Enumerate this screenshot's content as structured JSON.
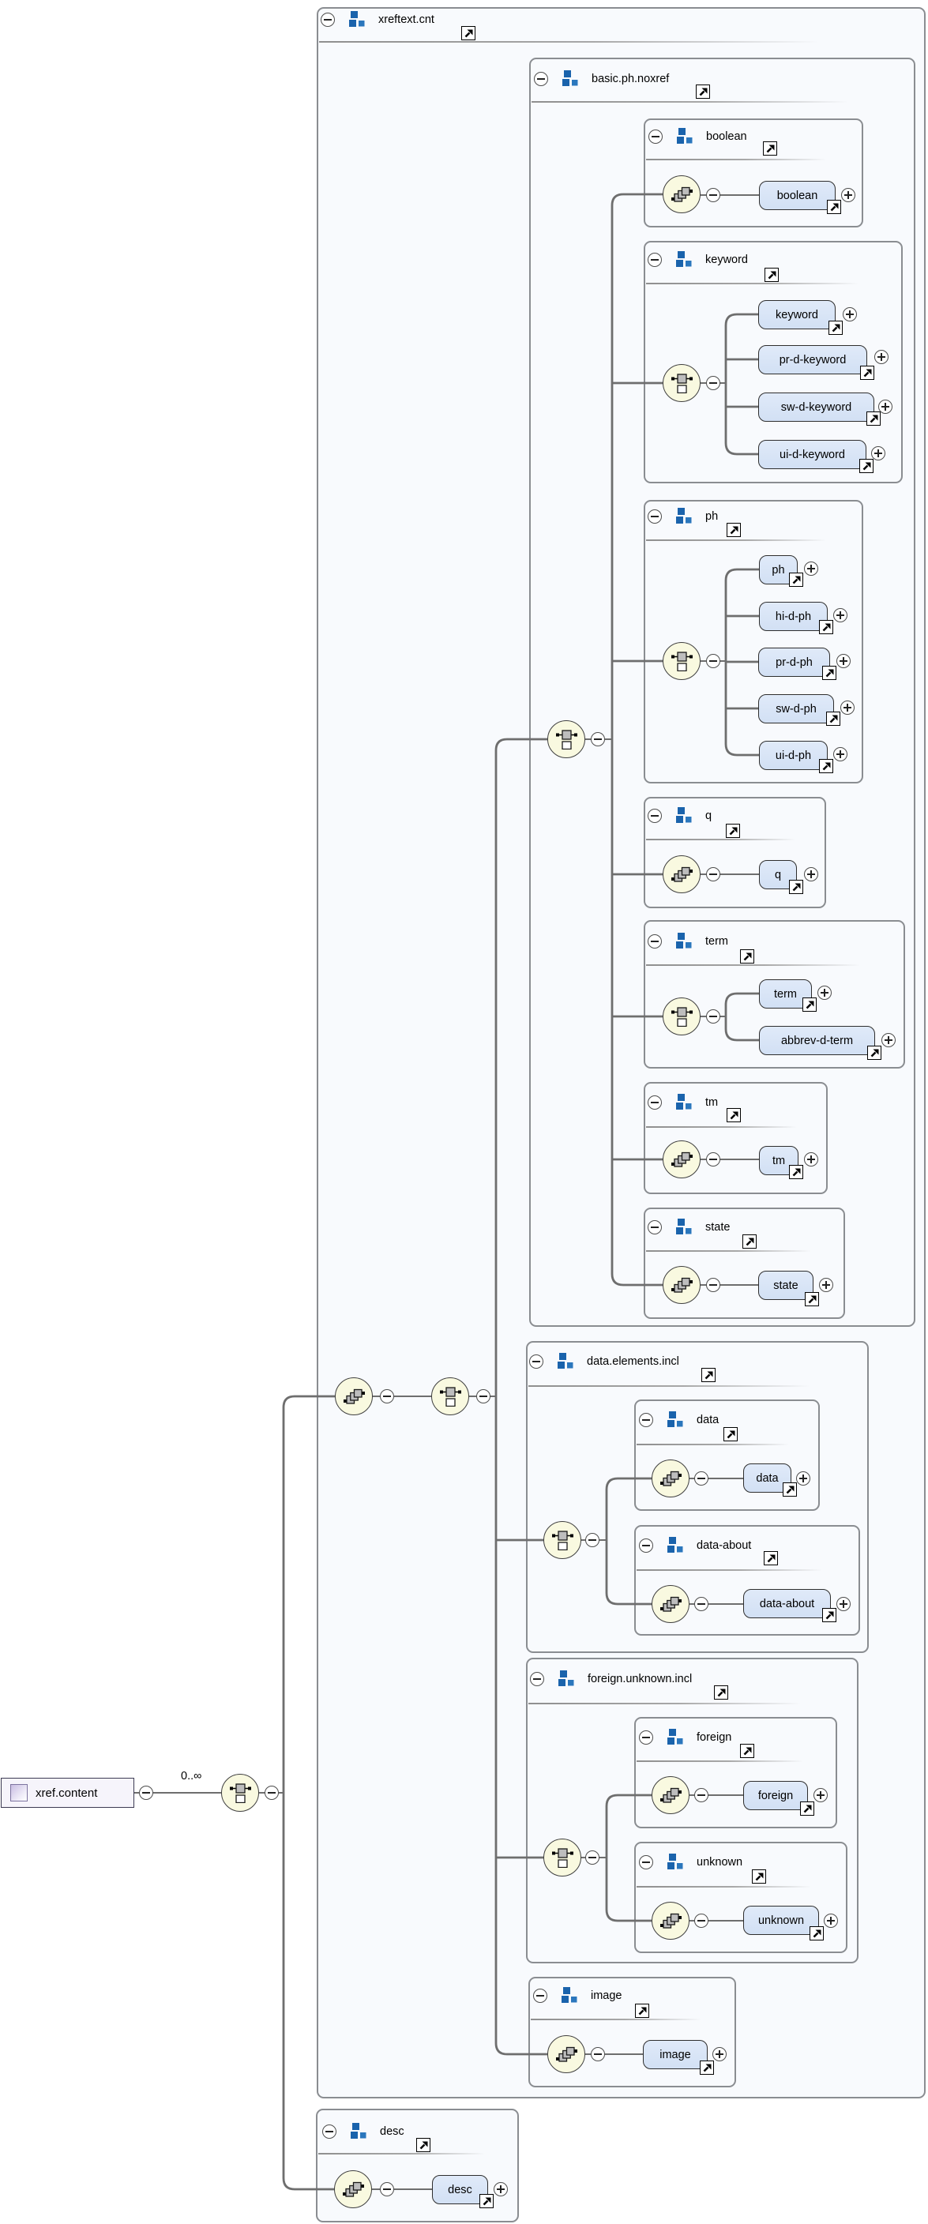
{
  "diagram": {
    "root": {
      "label": "xref.content",
      "cardinality": "0..∞"
    },
    "labels": {
      "xreftext": "xreftext.cnt",
      "basicph": "basic.ph.noxref",
      "g_boolean": "boolean",
      "e_boolean": "boolean",
      "g_keyword": "keyword",
      "e_keyword": "keyword",
      "e_prdkeyword": "pr-d-keyword",
      "e_swdkeyword": "sw-d-keyword",
      "e_uidkeyword": "ui-d-keyword",
      "g_ph": "ph",
      "e_ph": "ph",
      "e_hidph": "hi-d-ph",
      "e_prdph": "pr-d-ph",
      "e_swdph": "sw-d-ph",
      "e_uidph": "ui-d-ph",
      "g_q": "q",
      "e_q": "q",
      "g_term": "term",
      "e_term": "term",
      "e_abbrevdterm": "abbrev-d-term",
      "g_tm": "tm",
      "e_tm": "tm",
      "g_state": "state",
      "e_state": "state",
      "g_dataelements": "data.elements.incl",
      "g_data": "data",
      "e_data": "data",
      "g_dataabout": "data-about",
      "e_dataabout": "data-about",
      "g_foreignunknown": "foreign.unknown.incl",
      "g_foreign": "foreign",
      "e_foreign": "foreign",
      "g_unknown": "unknown",
      "e_unknown": "unknown",
      "g_image": "image",
      "e_image": "image",
      "g_desc": "desc",
      "e_desc": "desc"
    },
    "icons": {
      "collapse": "minus-circle",
      "expand": "plus-circle",
      "sequence_compositor": "cascading-gray-squares",
      "choice_compositor": "square-over-square-with-connectors",
      "model_group": "blue-squares",
      "reference": "northeast-arrow",
      "root_element": "purple-gradient-square"
    },
    "colors": {
      "element_fill": "#d7e2f5",
      "group_fill": "#f8fafd",
      "group_border": "#8a8d91",
      "compositor_fill": "#f9f9e0",
      "connector": "#6e6e6e",
      "model_group_blue": "#1a63ac",
      "root_icon_purple": "#c9bde2"
    }
  }
}
